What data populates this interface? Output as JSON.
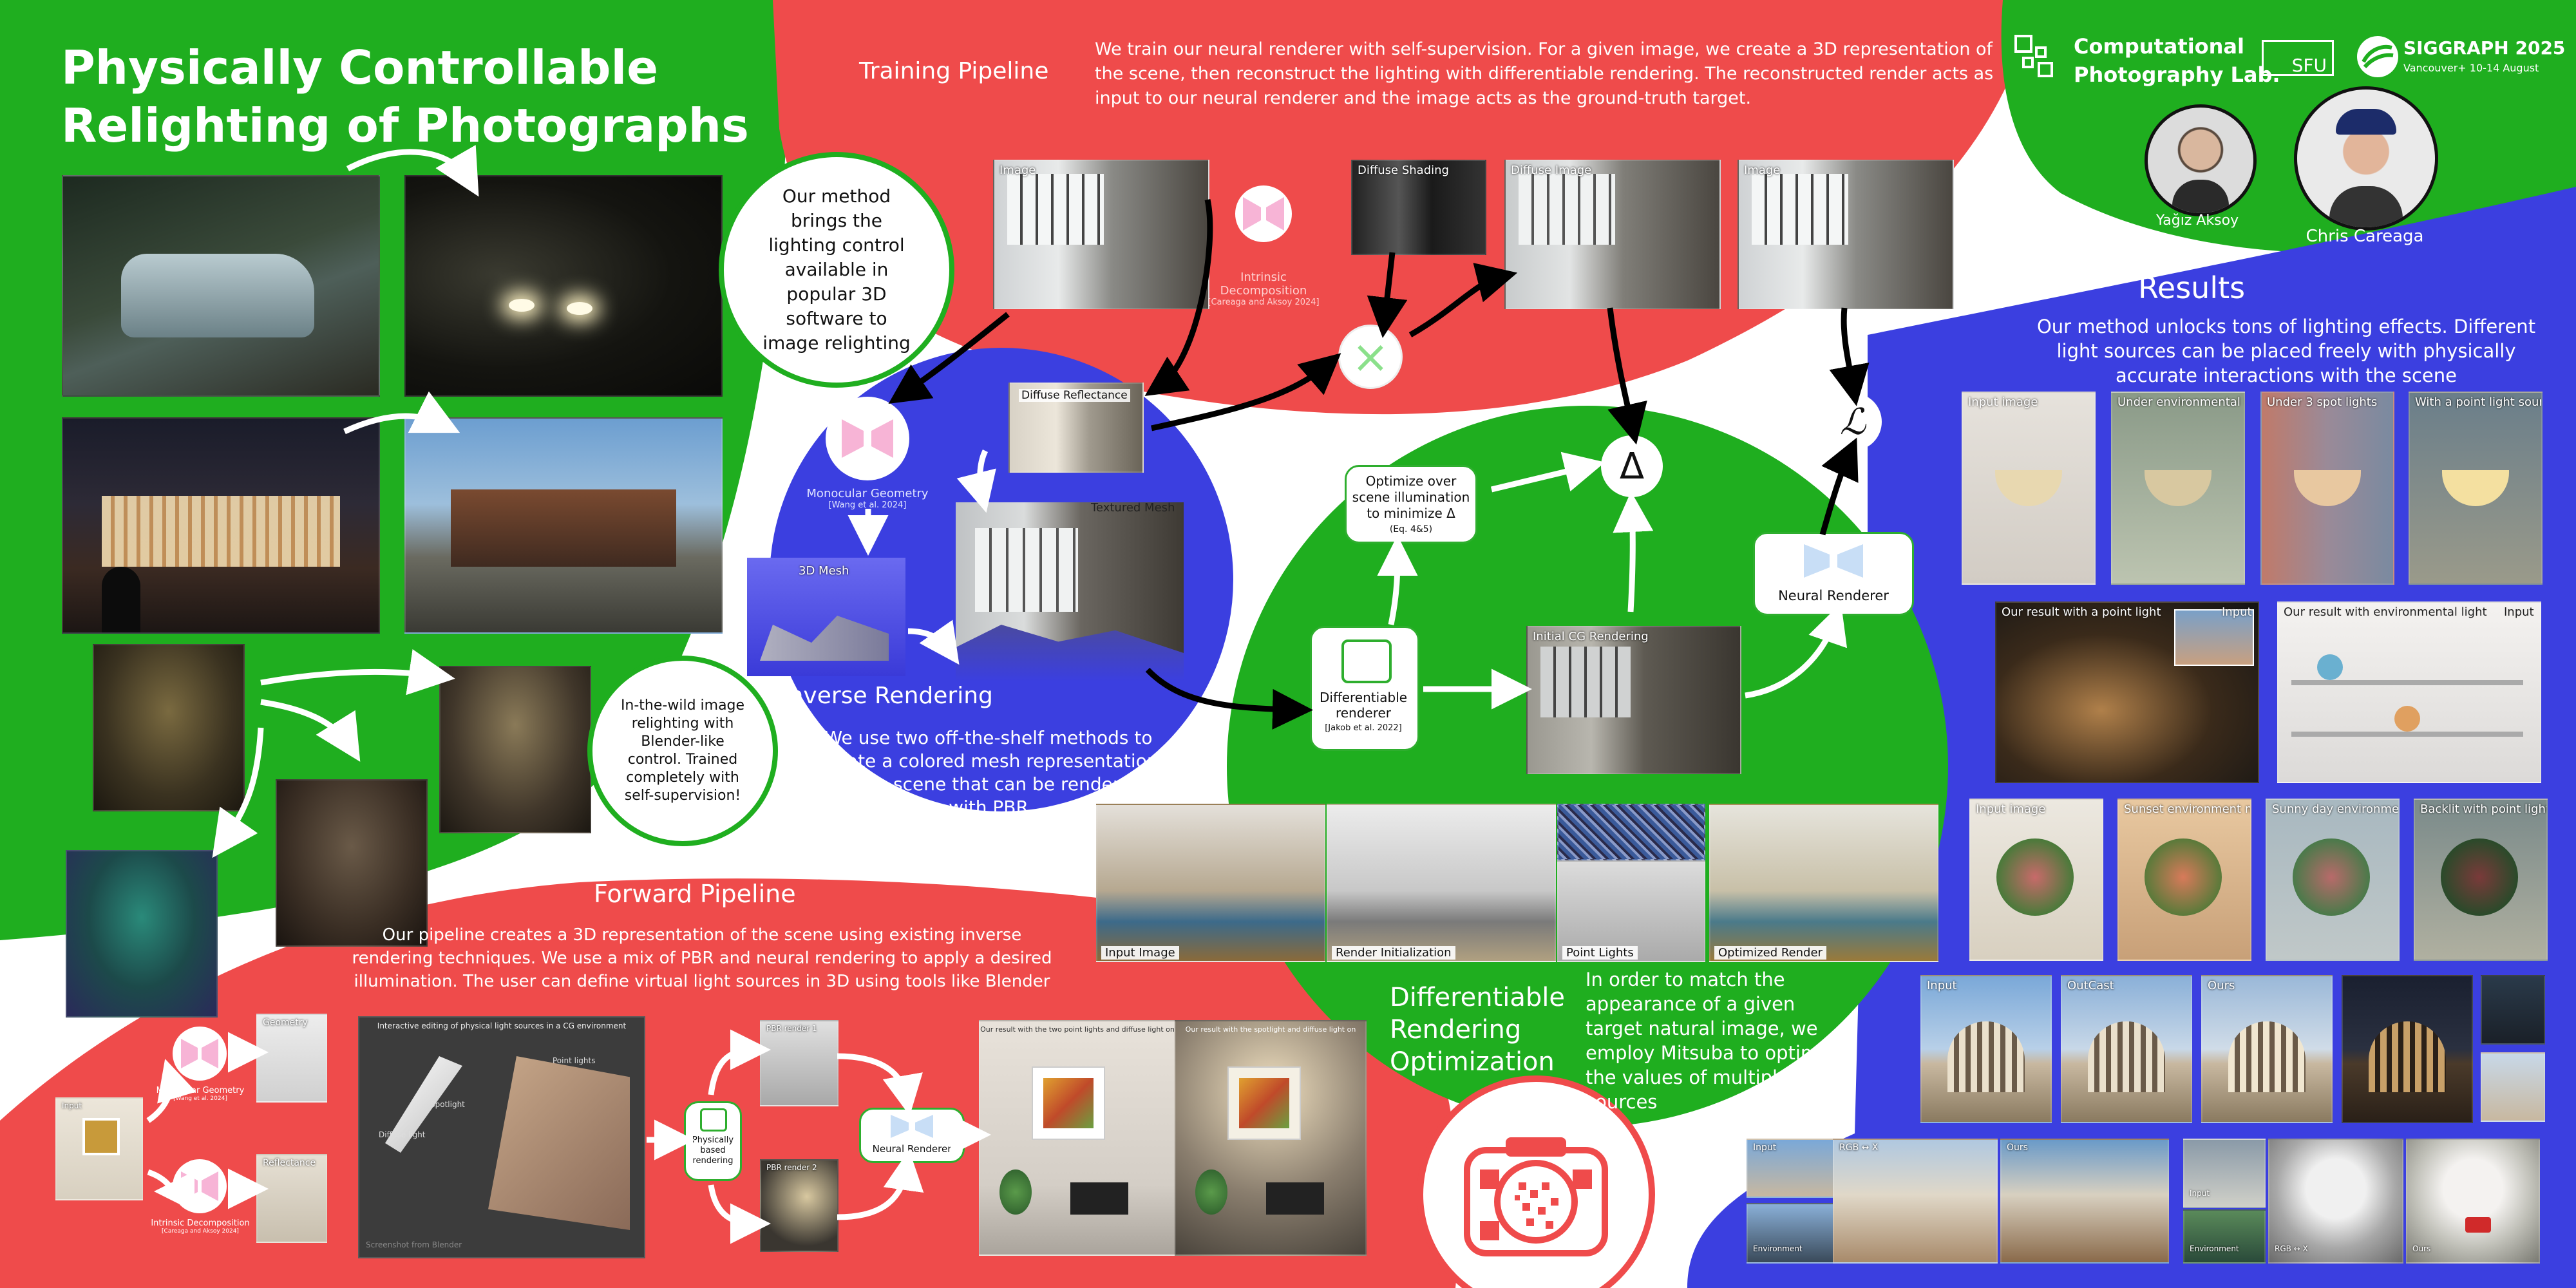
{
  "title": {
    "line1": "Physically Controllable",
    "line2": "Relighting of Photographs"
  },
  "header": {
    "lab_line1": "Computational",
    "lab_line2": "Photography Lab.",
    "sfu": "SFU",
    "conf": "SIGGRAPH 2025",
    "conf_sub": "Vancouver+ 10-14 August",
    "author1": "Yağız Aksoy",
    "author2": "Chris Careaga"
  },
  "left": {
    "callout1": "Our method brings the lighting control available in popular 3D software to image relighting",
    "callout2": "In-the-wild image relighting with Blender-like control. Trained completely with self-supervision!"
  },
  "training": {
    "title": "Training Pipeline",
    "desc": "We train our neural renderer with self-supervision. For a given image, we create a 3D representation of the scene, then reconstruct the lighting with differentiable rendering. The reconstructed render acts as input to our neural renderer and the image acts as the ground-truth target.",
    "img_image": "Image",
    "intrinsic": "Intrinsic Decomposition",
    "intrinsic_cite": "[Careaga and Aksoy 2024]",
    "diffuse_shading": "Diffuse Shading",
    "diffuse_image": "Diffuse Image",
    "img_image2": "Image",
    "loss": "ℒ",
    "delta": "Δ",
    "times": "×"
  },
  "inverse": {
    "diffuse_reflectance": "Diffuse Reflectance",
    "mono_geo": "Monocular Geometry",
    "mono_cite": "[Wang et al. 2024]",
    "mesh3d": "3D Mesh",
    "textured_mesh": "Textured Mesh",
    "title": "Inverse Rendering",
    "desc": "We use two off-the-shelf methods to create a colored mesh representation of the scene that can be rendered with PBR"
  },
  "optim": {
    "optimize_text": "Optimize over scene illumination to minimize Δ",
    "optimize_eq": "(Eq. 4&5)",
    "diff_renderer": "Differentiable renderer",
    "diff_cite": "[Jakob et al. 2022]",
    "initial_cg": "Initial CG Rendering",
    "neural_renderer": "Neural Renderer",
    "strip": [
      "Input Image",
      "Render Initialization",
      "Point Lights",
      "Optimized Render"
    ],
    "title_l1": "Differentiable",
    "title_l2": "Rendering",
    "title_l3": "Optimization",
    "desc": "In order to match the appearance of a given target natural image, we employ Mitsuba to optimize the values of multiple light sources"
  },
  "forward": {
    "title": "Forward Pipeline",
    "desc": "Our pipeline creates a 3D representation of the scene using existing inverse rendering techniques. We use a mix of PBR and neural rendering to apply a desired illumination. The user can define virtual light sources in 3D using tools like Blender",
    "input": "Input",
    "mono_geo": "Monocular Geometry",
    "mono_cite": "[Wang et al. 2024]",
    "intrinsic": "Intrinsic Decomposition",
    "intrinsic_cite": "[Careaga and Aksoy 2024]",
    "geometry": "Geometry",
    "reflectance": "Reflectance",
    "blender_cap": "Interactive editing of physical light sources in a CG environment",
    "spotlight": "Spotlight",
    "point_lights": "Point lights",
    "diffuse_light": "Diffuse light",
    "screenshot": "Screenshot from Blender",
    "pbr_box": "Physically based rendering",
    "pbr1": "PBR render 1",
    "pbr2": "PBR render 2",
    "neural": "Neural Renderer",
    "result1": "Our result with the two point lights and diffuse light on",
    "result2": "Our result with the spotlight and diffuse light on"
  },
  "results": {
    "title": "Results",
    "desc": "Our method unlocks tons of lighting effects. Different light sources can be placed freely with physically accurate interactions with the scene",
    "row1": [
      "Input image",
      "Under environmental light",
      "Under 3 spot lights",
      "With a point light source"
    ],
    "row2a": "Our result with a point light",
    "row2a_in": "Input",
    "row2b": "Our result with environmental light",
    "row2b_in": "Input",
    "row3": [
      "Input image",
      "Sunset environment map",
      "Sunny day environment",
      "Backlit with point light"
    ],
    "row4": [
      "Input",
      "OutCast",
      "Ours"
    ],
    "row5": [
      "Input",
      "RGB ↔ X",
      "Ours"
    ],
    "row5b": [
      "Input",
      "RGB ↔ X",
      "Ours"
    ],
    "row5_env": "Environment"
  },
  "colors": {
    "green": "#1fae1f",
    "red": "#ef4b4b",
    "blue": "#3b3fe0",
    "white": "#ffffff",
    "pink": "#f7b4d6"
  }
}
